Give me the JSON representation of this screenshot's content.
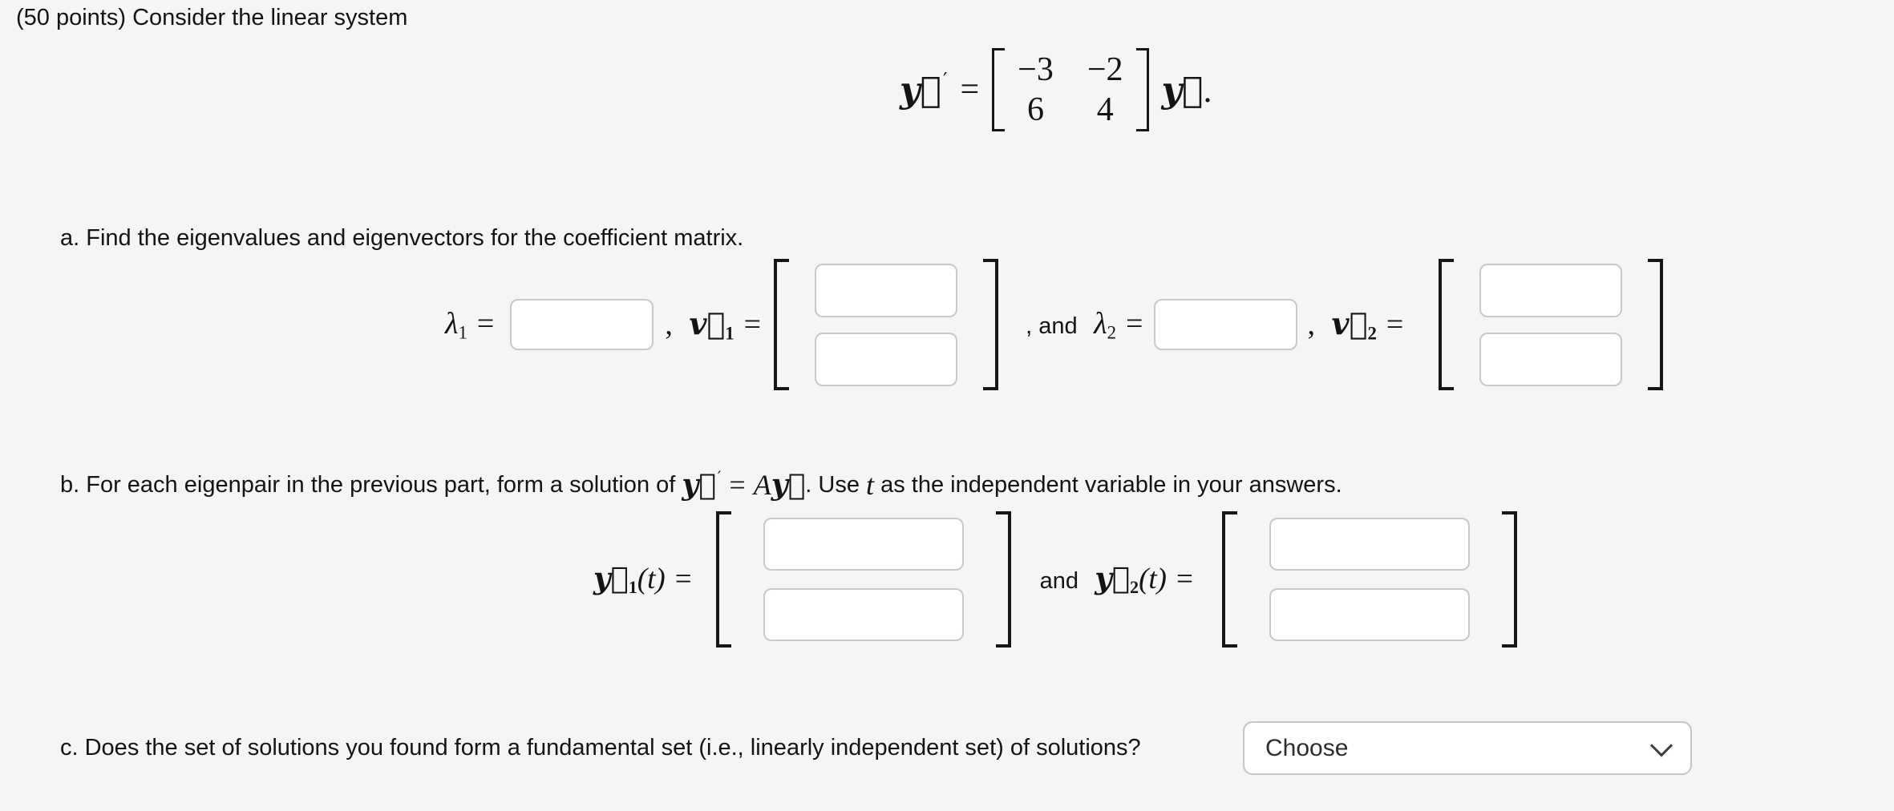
{
  "page": {
    "background": "#f5f5f6",
    "text_color": "#141414",
    "accent_border": "#c9c9c9"
  },
  "header": {
    "title": "(50 points) Consider the linear system"
  },
  "equation": {
    "lhs_vector": "y⃗",
    "lhs_prime": "′",
    "equals": "=",
    "matrix": [
      [
        "−3",
        "−2"
      ],
      [
        "6",
        "4"
      ]
    ],
    "rhs_vector": "y⃗",
    "period": "."
  },
  "part_a": {
    "prompt": "a. Find the eigenvalues and eigenvectors for the coefficient matrix.",
    "lambda1": {
      "sym": "λ",
      "sub": "1",
      "eq": "="
    },
    "comma1": ",",
    "v1": {
      "sym": "v⃗",
      "sub": "1",
      "eq": "="
    },
    "comma_and": ", and",
    "lambda2": {
      "sym": "λ",
      "sub": "2",
      "eq": "="
    },
    "comma2": ",",
    "v2": {
      "sym": "v⃗",
      "sub": "2",
      "eq": "="
    },
    "inputs": {
      "lambda1": "",
      "v1_row1": "",
      "v1_row2": "",
      "lambda2": "",
      "v2_row1": "",
      "v2_row2": ""
    }
  },
  "part_b": {
    "prompt_before_math": "b. For each eigenpair in the previous part, form a solution of ",
    "math_y": "y⃗",
    "math_prime": "′",
    "math_equals": "=",
    "math_A": "A",
    "math_Ay": "y⃗",
    "prompt_mid_1": ". Use ",
    "math_t": "t",
    "prompt_after": " as the independent variable in your answers.",
    "y1": {
      "sym": "y⃗",
      "sub": "1",
      "args": "(t)",
      "eq": "="
    },
    "and_label": "and",
    "y2": {
      "sym": "y⃗",
      "sub": "2",
      "args": "(t)",
      "eq": "="
    },
    "inputs": {
      "y1_row1": "",
      "y1_row2": "",
      "y2_row1": "",
      "y2_row2": ""
    }
  },
  "part_c": {
    "prompt": "c. Does the set of solutions you found form a fundamental set (i.e., linearly independent set) of solutions?",
    "dropdown": {
      "value": "Choose",
      "icon": "chevron-down"
    }
  }
}
